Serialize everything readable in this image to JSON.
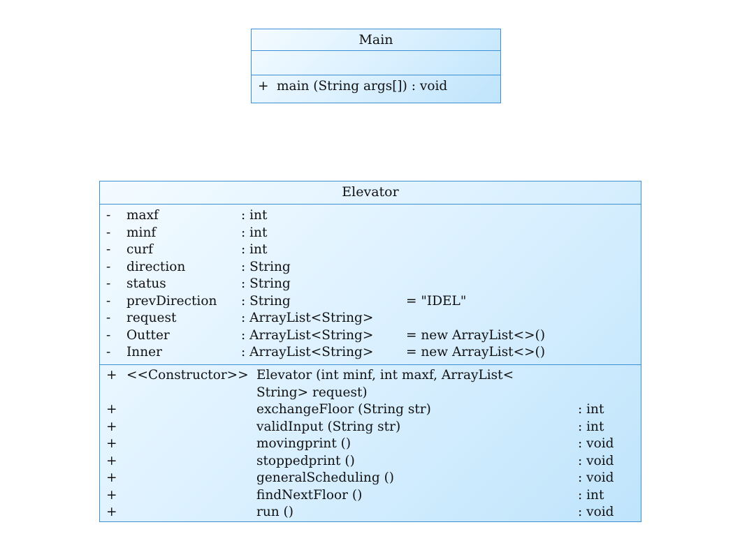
{
  "main_class": {
    "name": "Main",
    "methods": [
      {
        "visibility": "+",
        "signature": "main (String args[])",
        "return_type": ": void"
      }
    ]
  },
  "elevator_class": {
    "name": "Elevator",
    "attributes": [
      {
        "visibility": "-",
        "name": "maxf",
        "type": ": int",
        "default": ""
      },
      {
        "visibility": "-",
        "name": "minf",
        "type": ": int",
        "default": ""
      },
      {
        "visibility": "-",
        "name": "curf",
        "type": ": int",
        "default": ""
      },
      {
        "visibility": "-",
        "name": "direction",
        "type": ": String",
        "default": ""
      },
      {
        "visibility": "-",
        "name": "status",
        "type": ": String",
        "default": ""
      },
      {
        "visibility": "-",
        "name": "prevDirection",
        "type": ": String",
        "default": "= \"IDEL\""
      },
      {
        "visibility": "-",
        "name": "request",
        "type": ": ArrayList<String>",
        "default": ""
      },
      {
        "visibility": "-",
        "name": "Outter",
        "type": ": ArrayList<String>",
        "default": "= new ArrayList<>()"
      },
      {
        "visibility": "-",
        "name": "Inner",
        "type": ": ArrayList<String>",
        "default": "= new ArrayList<>()"
      }
    ],
    "methods": [
      {
        "visibility": "+",
        "stereotype": "<<Constructor>>",
        "signature": "Elevator (int minf, int maxf, ArrayList<\nString> request)",
        "return_type": ""
      },
      {
        "visibility": "+",
        "stereotype": "",
        "signature": "exchangeFloor (String str)",
        "return_type": ": int"
      },
      {
        "visibility": "+",
        "stereotype": "",
        "signature": "validInput (String str)",
        "return_type": ": int"
      },
      {
        "visibility": "+",
        "stereotype": "",
        "signature": "movingprint ()",
        "return_type": ": void"
      },
      {
        "visibility": "+",
        "stereotype": "",
        "signature": "stoppedprint ()",
        "return_type": ": void"
      },
      {
        "visibility": "+",
        "stereotype": "",
        "signature": "generalScheduling ()",
        "return_type": ": void"
      },
      {
        "visibility": "+",
        "stereotype": "",
        "signature": "findNextFloor ()",
        "return_type": ": int"
      },
      {
        "visibility": "+",
        "stereotype": "",
        "signature": "run ()",
        "return_type": ": void"
      }
    ]
  }
}
